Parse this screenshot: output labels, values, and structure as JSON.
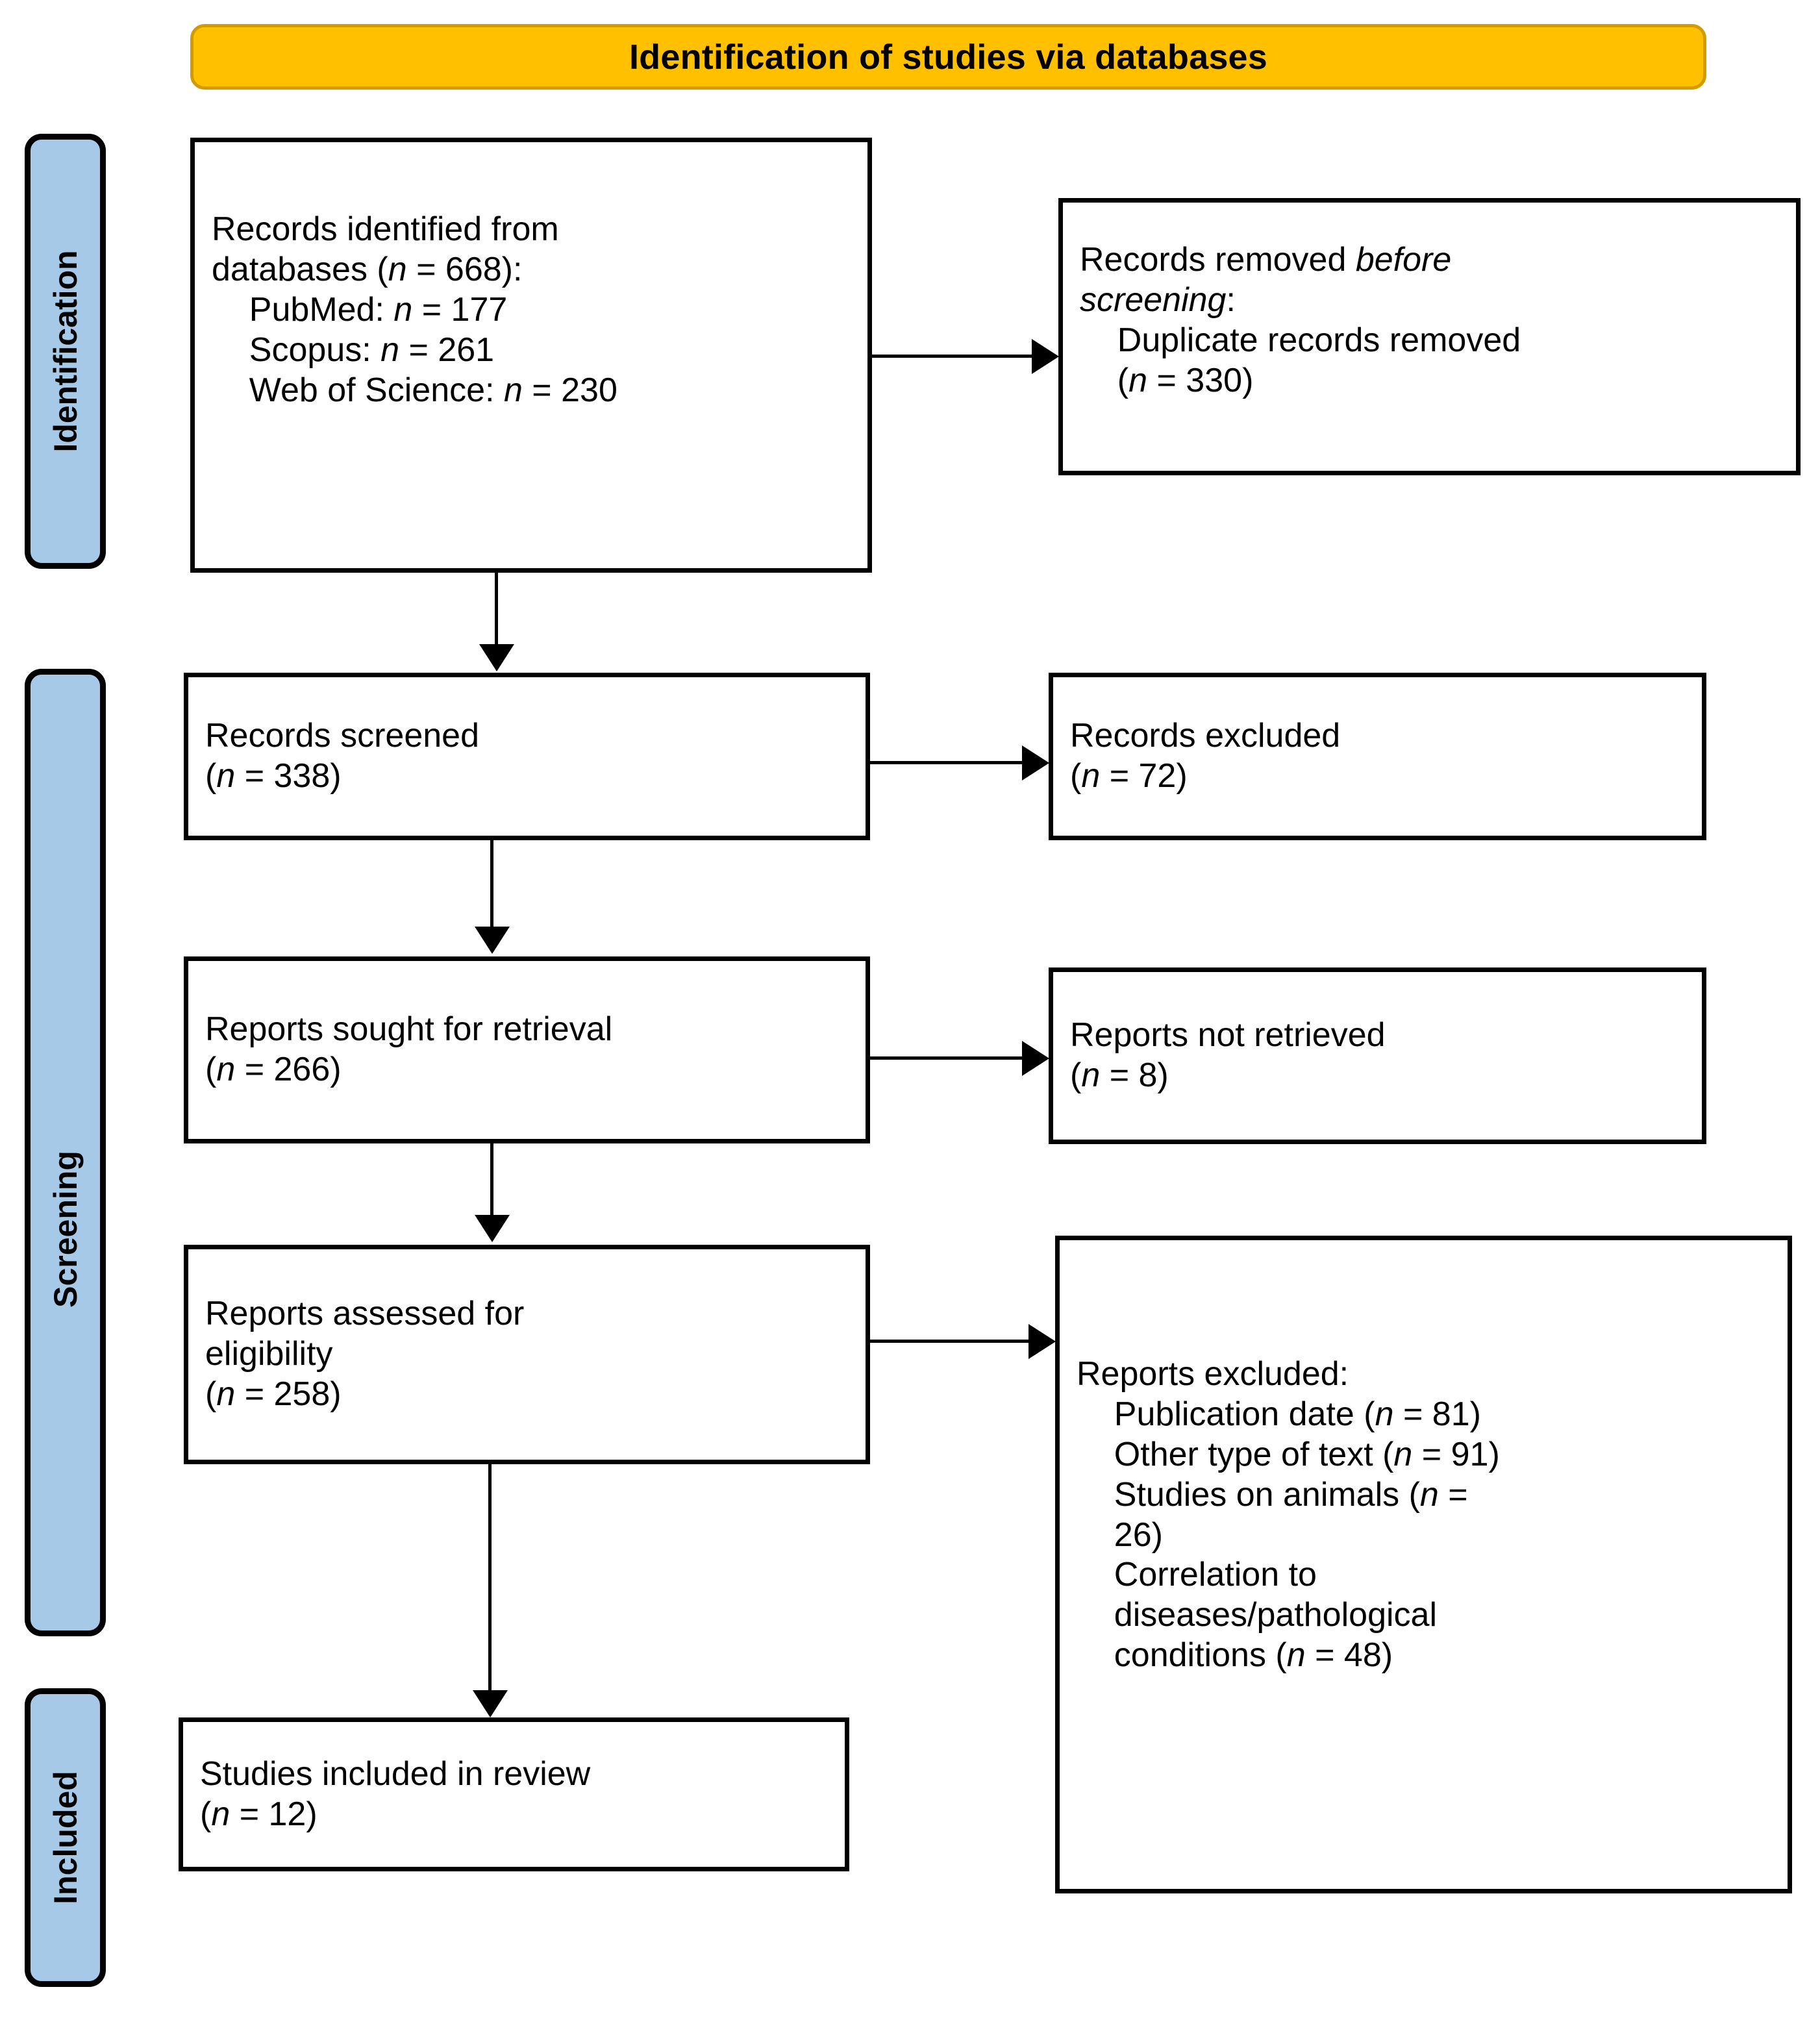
{
  "header": {
    "title": "Identification of studies via databases"
  },
  "stages": [
    {
      "key": "identification",
      "label": "Identification"
    },
    {
      "key": "screening",
      "label": "Screening"
    },
    {
      "key": "included",
      "label": "Included"
    }
  ],
  "boxes": {
    "identified": {
      "name": "records-identified-box",
      "lines": [
        "Records identified from",
        "databases (n = 668):",
        "    PubMed: n = 177",
        "    Scopus: n = 261",
        "    Web of Science: n = 230"
      ],
      "text": "Records identified from\ndatabases (n = 668):\n    PubMed: n = 177\n    Scopus: n = 261\n    Web of Science: n = 230",
      "counts": {
        "total": 668,
        "PubMed": 177,
        "Scopus": 261,
        "Web of Science": 230
      }
    },
    "removed": {
      "name": "records-removed-box",
      "lines": [
        "Records removed before",
        "screening:",
        "    Duplicate records removed",
        "    (n = 330)"
      ],
      "text": "Records removed before\nscreening:\n    Duplicate records removed\n    (n = 330)",
      "counts": {
        "duplicates_removed": 330
      }
    },
    "screened": {
      "name": "records-screened-box",
      "lines": [
        "Records screened",
        "(n = 338)"
      ],
      "text": "Records screened\n(n = 338)",
      "counts": {
        "n": 338
      }
    },
    "excluded": {
      "name": "records-excluded-box",
      "lines": [
        "Records excluded",
        "(n = 72)"
      ],
      "text": "Records excluded\n(n = 72)",
      "counts": {
        "n": 72
      }
    },
    "sought": {
      "name": "reports-sought-box",
      "lines": [
        "Reports sought for retrieval",
        "(n = 266)"
      ],
      "text": "Reports sought for retrieval\n(n = 266)",
      "counts": {
        "n": 266
      }
    },
    "notretrieved": {
      "name": "reports-not-retrieved-box",
      "lines": [
        "Reports not retrieved",
        "(n = 8)"
      ],
      "text": "Reports not retrieved\n(n = 8)",
      "counts": {
        "n": 8
      }
    },
    "assessed": {
      "name": "reports-assessed-box",
      "lines": [
        "Reports assessed for",
        "eligibility",
        "(n = 258)"
      ],
      "text": "Reports assessed for\neligibility\n(n = 258)",
      "counts": {
        "n": 258
      }
    },
    "repexcluded": {
      "name": "reports-excluded-box",
      "lines": [
        "Reports excluded:",
        "    Publication date (n = 81)",
        "    Other type of text (n = 91)",
        "    Studies on animals (n =",
        "    26)",
        "    Correlation to",
        "    diseases/pathological",
        "    conditions (n = 48)"
      ],
      "text": "Reports excluded:\n    Publication date (n = 81)\n    Other type of text (n = 91)\n    Studies on animals (n =\n    26)\n    Correlation to\n    diseases/pathological\n    conditions (n = 48)",
      "counts": {
        "Publication date": 81,
        "Other type of text": 91,
        "Studies on animals": 26,
        "Correlation to diseases/pathological conditions": 48
      }
    },
    "included": {
      "name": "studies-included-box",
      "lines": [
        "Studies included in review",
        "(n = 12)"
      ],
      "text": "Studies included in review\n(n = 12)",
      "counts": {
        "n": 12
      }
    }
  },
  "colors": {
    "banner_fill": "#FFC000",
    "banner_border": "#D49B00",
    "stage_fill": "#A6C9E8",
    "box_border": "#000000",
    "box_fill": "#FFFFFF",
    "text": "#000000"
  }
}
